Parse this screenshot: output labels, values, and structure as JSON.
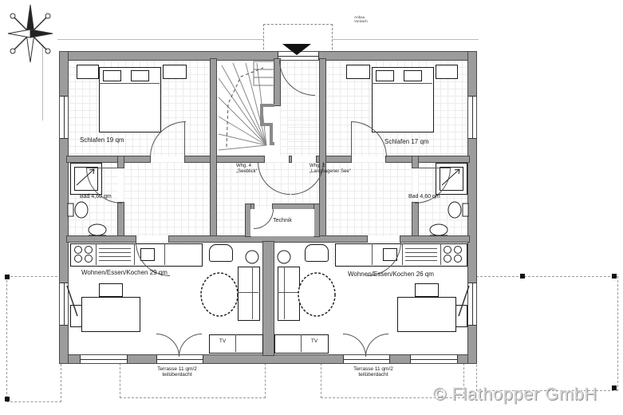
{
  "watermark": "© Flathopper GmbH",
  "canopy": {
    "line1": "Anbau",
    "line2": "Vordach"
  },
  "technik_label": "Technik",
  "units": {
    "left": {
      "entry": "Whg. 4",
      "name": "„Seeblick“",
      "bedroom": "Schlafen 19 qm",
      "bath": "Bad 4,60 qm",
      "living": "Wohnen/Essen/Kochen 29 qm",
      "terrace": "Terrasse 11 qm/2",
      "terrace_note": "teilüberdacht",
      "tv": "TV"
    },
    "right": {
      "entry": "Whg. 3",
      "name": "„Langhagener See“",
      "bedroom": "Schlafen 17 qm",
      "bath": "Bad 4,60 qm",
      "living": "Wohnen/Essen/Kochen 26 qm",
      "terrace": "Terrasse 11 qm/2",
      "terrace_note": "teilüberdacht",
      "tv": "TV"
    }
  },
  "colors": {
    "wall": "#9c9c9c",
    "wall_edge": "#4a4a4a",
    "line": "#1a1a1a",
    "arc": "#555555",
    "grid": "#ececec",
    "terrace_grid": "#dcdcdc",
    "watermark": "#d8d8d8",
    "accent_black": "#111111"
  }
}
